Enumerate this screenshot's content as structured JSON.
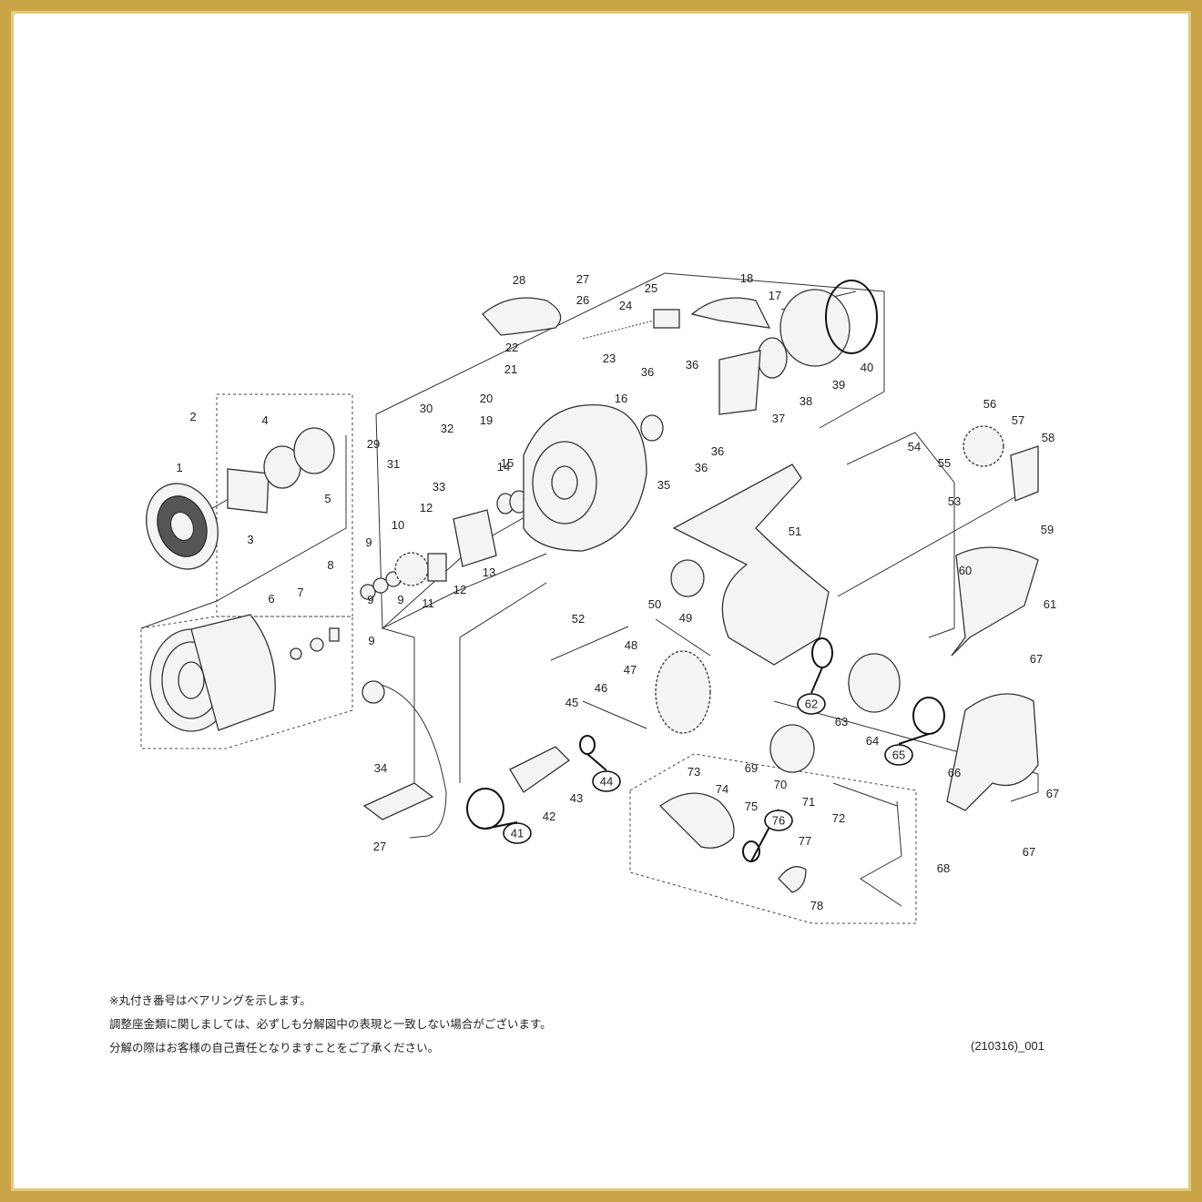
{
  "frame_color": "#c9a548",
  "labels": [
    "1",
    "2",
    "3",
    "4",
    "5",
    "6",
    "7",
    "8",
    "9",
    "9",
    "9",
    "9",
    "10",
    "11",
    "12",
    "12",
    "13",
    "14",
    "15",
    "16",
    "17",
    "18",
    "19",
    "20",
    "21",
    "22",
    "23",
    "24",
    "25",
    "26",
    "27",
    "27",
    "28",
    "29",
    "30",
    "31",
    "32",
    "33",
    "34",
    "35",
    "36",
    "36",
    "36",
    "36",
    "37",
    "38",
    "39",
    "40",
    "42",
    "43",
    "45",
    "46",
    "47",
    "48",
    "49",
    "50",
    "51",
    "52",
    "53",
    "54",
    "55",
    "56",
    "57",
    "58",
    "59",
    "60",
    "61",
    "63",
    "64",
    "66",
    "67",
    "67",
    "67",
    "68",
    "69",
    "70",
    "71",
    "72",
    "73",
    "74",
    "75",
    "77",
    "78"
  ],
  "bearing_labels": [
    "41",
    "44",
    "62",
    "65",
    "76"
  ],
  "notes": [
    "※丸付き番号はベアリングを示します。",
    "調整座金類に関しましては、必ずしも分解図中の表現と一致しない場合がございます。",
    "分解の際はお客様の自己責任となりますことをご了承ください。"
  ],
  "code": "(210316)_001"
}
